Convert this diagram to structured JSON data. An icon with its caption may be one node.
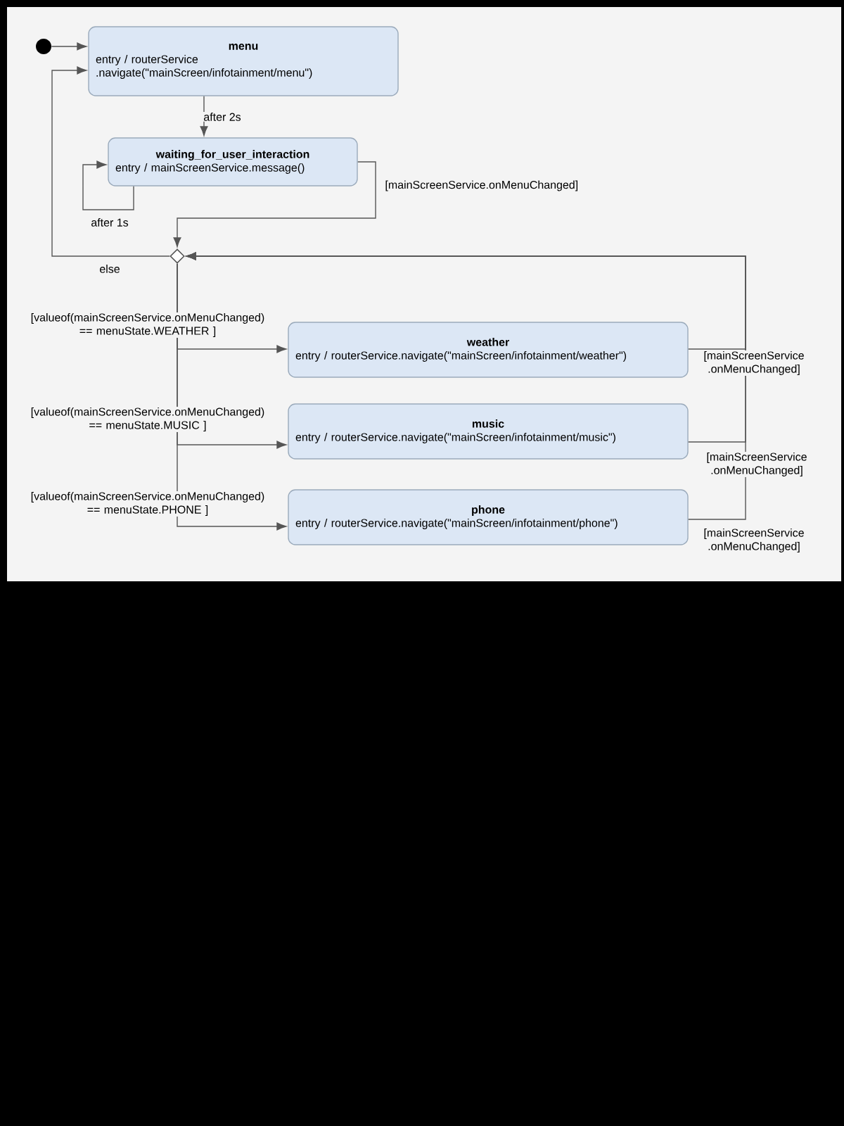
{
  "diagram": {
    "nodes": [
      {
        "text": [],
        "shape": "circle"
      },
      {
        "text": [
          "menu",
          "entry / routerService .navigate(\"mainScreen/infotainment/menu\")"
        ]
      },
      {
        "text": [
          "waiting_for_user_interaction",
          "entry / mainScreenService.message()"
        ]
      },
      {
        "text": [],
        "shape": "diamond"
      },
      {
        "text": [
          "weather",
          "entry / routerService.navigate(\"mainScreen/infotainment/weather\")"
        ]
      },
      {
        "text": [
          "music",
          "entry / routerService.navigate(\"mainScreen/infotainment/music\")"
        ]
      },
      {
        "text": [
          "phone",
          "entry / routerService.navigate(\"mainScreen/infotainment/phone\")"
        ]
      }
    ],
    "edges": [
      {
        "from": 0,
        "to": 1,
        "arrow": "to"
      },
      {
        "from": 1,
        "to": 2,
        "arrow": "to",
        "label": "after 2s"
      },
      {
        "from": 2,
        "to": 2,
        "arrow": "to",
        "label": "after 1s"
      },
      {
        "from": 2,
        "to": 3,
        "arrow": "to",
        "label": "[mainScreenService.onMenuChanged]"
      },
      {
        "from": 3,
        "to": 1,
        "arrow": "to",
        "label": "else"
      },
      {
        "from": 3,
        "to": 4,
        "arrow": "to",
        "label": "[valueof(mainScreenService.onMenuChanged) == menuState.WEATHER ]"
      },
      {
        "from": 3,
        "to": 5,
        "arrow": "to",
        "label": "[valueof(mainScreenService.onMenuChanged) == menuState.MUSIC ]"
      },
      {
        "from": 3,
        "to": 6,
        "arrow": "to",
        "label": "[valueof(mainScreenService.onMenuChanged) == menuState.PHONE ]"
      },
      {
        "from": 4,
        "to": 3,
        "arrow": "to",
        "label": "[mainScreenService .onMenuChanged]"
      },
      {
        "from": 5,
        "to": 3,
        "arrow": "to",
        "label": "[mainScreenService .onMenuChanged]"
      },
      {
        "from": 6,
        "to": 3,
        "arrow": "to",
        "label": "[mainScreenService .onMenuChanged]"
      }
    ]
  }
}
